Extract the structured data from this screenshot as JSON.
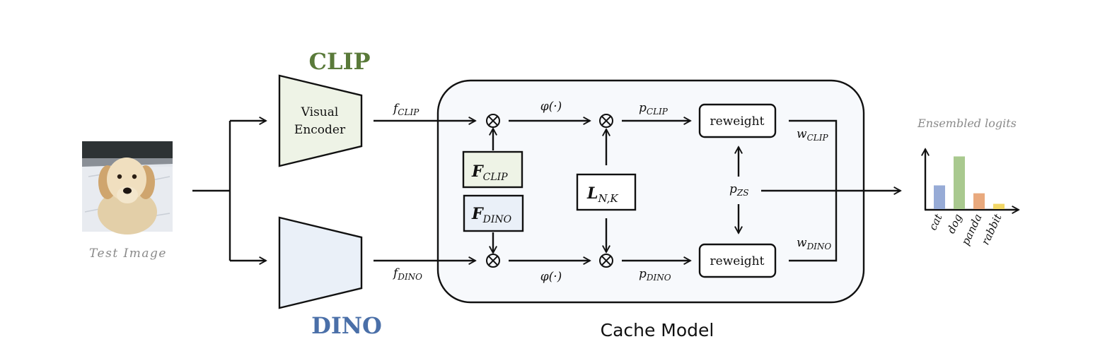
{
  "input": {
    "caption": "Test Image"
  },
  "encoders": {
    "clip": {
      "title": "CLIP",
      "label_line1": "Visual",
      "label_line2": "Encoder",
      "feature": "f",
      "feature_sub": "CLIP"
    },
    "dino": {
      "title": "DINO",
      "feature": "f",
      "feature_sub": "DINO"
    }
  },
  "cache_model": {
    "caption": "Cache Model",
    "memory_clip": {
      "main": "F",
      "sub": "CLIP"
    },
    "memory_dino": {
      "main": "F",
      "sub": "DINO"
    },
    "label_matrix": {
      "main": "L",
      "sub": "N,K"
    },
    "activation_top": "φ(·)",
    "activation_bottom": "φ(·)",
    "pred_clip": {
      "main": "p",
      "sub": "CLIP"
    },
    "pred_dino": {
      "main": "p",
      "sub": "DINO"
    },
    "zero_shot": {
      "main": "p",
      "sub": "ZS"
    },
    "reweight_top": "reweight",
    "reweight_bottom": "reweight",
    "weight_clip": {
      "main": "w",
      "sub": "CLIP"
    },
    "weight_dino": {
      "main": "w",
      "sub": "DINO"
    }
  },
  "ensemble": {
    "title": "Ensembled logits"
  },
  "colors": {
    "clip_green": "#5a7a3a",
    "dino_blue": "#4a6fa8",
    "clip_fill": "#eef3e6",
    "dino_fill": "#eaf0f8",
    "cache_fill": "#f7f9fc",
    "caption_gray": "#8a8a8a"
  },
  "chart_data": {
    "type": "bar",
    "title": "Ensembled logits",
    "categories": [
      "cat",
      "dog",
      "panda",
      "rabbit"
    ],
    "values": [
      0.45,
      1.0,
      0.3,
      0.1
    ],
    "colors": [
      "#97abd6",
      "#a9c98f",
      "#e9a97d",
      "#f2d766"
    ],
    "ylim": [
      0,
      1.1
    ],
    "xlabel": "",
    "ylabel": ""
  }
}
